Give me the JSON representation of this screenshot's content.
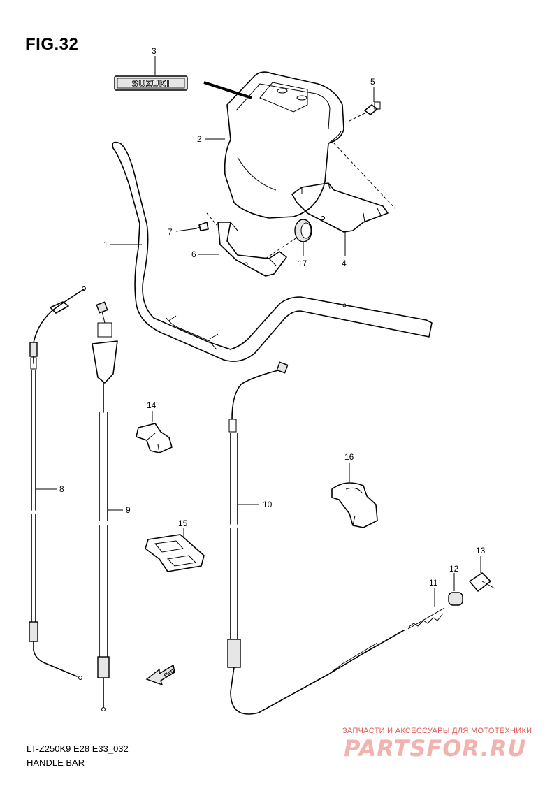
{
  "figure": {
    "title": "FIG.32",
    "model_code": "LT-Z250K9 E28 E33_032",
    "caption": "HANDLE BAR"
  },
  "emblem_text": "SUZUKI",
  "fwd_label": "FWD",
  "callouts": {
    "c1": "1",
    "c2": "2",
    "c3": "3",
    "c4": "4",
    "c5": "5",
    "c6": "6",
    "c7": "7",
    "c8": "8",
    "c9": "9",
    "c10": "10",
    "c11": "11",
    "c12": "12",
    "c13": "13",
    "c14": "14",
    "c15": "15",
    "c16": "16",
    "c17": "17"
  },
  "watermark": {
    "subtitle": "ЗАПЧАСТИ И АКСЕССУАРЫ ДЛЯ МОТОТЕХНИКИ",
    "brand": "PARTSFOR.RU"
  },
  "colors": {
    "line": "#000000",
    "watermark": "#e05a55"
  }
}
